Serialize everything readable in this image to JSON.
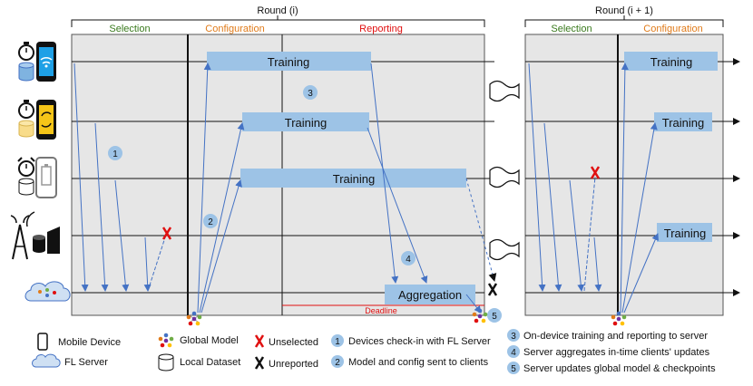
{
  "round_labels": {
    "current": "Round (i)",
    "next": "Round (i + 1)"
  },
  "phases": {
    "selection": "Selection",
    "configuration": "Configuration",
    "reporting": "Reporting"
  },
  "colors": {
    "selection": "#3a7a1e",
    "configuration": "#e07b1a",
    "reporting": "#e01010",
    "panel": "#e6e6e6",
    "training_box": "#9dc3e6",
    "arrow": "#4472c4",
    "step_circle": "#9dc3e6",
    "unselected": "#e01010",
    "unreported": "#111111"
  },
  "training_label": "Training",
  "aggregation_label": "Aggregation",
  "deadline_label": "Deadline",
  "steps_on_timeline": [
    "1",
    "2",
    "3",
    "4",
    "5"
  ],
  "devices": [
    "smartphone-wifi",
    "smartphone-sync",
    "smartphone-charging",
    "mobile-tower"
  ],
  "legend": {
    "mobile_device": "Mobile Device",
    "fl_server": "FL Server",
    "global_model": "Global Model",
    "local_dataset": "Local Dataset",
    "unselected": "Unselected",
    "unreported": "Unreported"
  },
  "step_legend": [
    {
      "num": "1",
      "text": "Devices check-in with FL Server"
    },
    {
      "num": "2",
      "text": "Model and config sent to clients"
    },
    {
      "num": "3",
      "text": "On-device training and reporting to server"
    },
    {
      "num": "4",
      "text": "Server aggregates in-time clients' updates"
    },
    {
      "num": "5",
      "text": "Server updates global model & checkpoints"
    }
  ]
}
